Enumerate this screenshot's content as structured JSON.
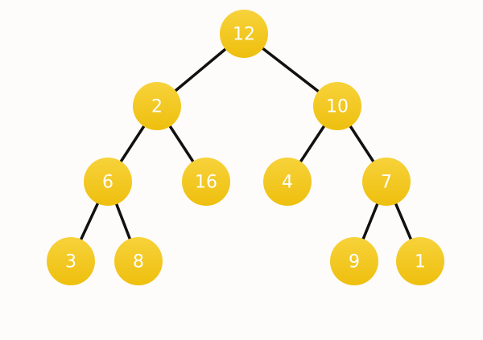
{
  "colors": {
    "background": "#fdfcfa",
    "node_fill_top": "#f7d23a",
    "node_fill_bottom": "#eebf0e",
    "node_text": "#ffffff",
    "edge": "#111111"
  },
  "tree": {
    "root": {
      "label": "12",
      "left": {
        "label": "2",
        "left": {
          "label": "6",
          "left": {
            "label": "3"
          },
          "right": {
            "label": "8"
          }
        },
        "right": {
          "label": "16"
        }
      },
      "right": {
        "label": "10",
        "left": {
          "label": "4"
        },
        "right": {
          "label": "7",
          "left": {
            "label": "9"
          },
          "right": {
            "label": "1"
          }
        }
      }
    }
  }
}
